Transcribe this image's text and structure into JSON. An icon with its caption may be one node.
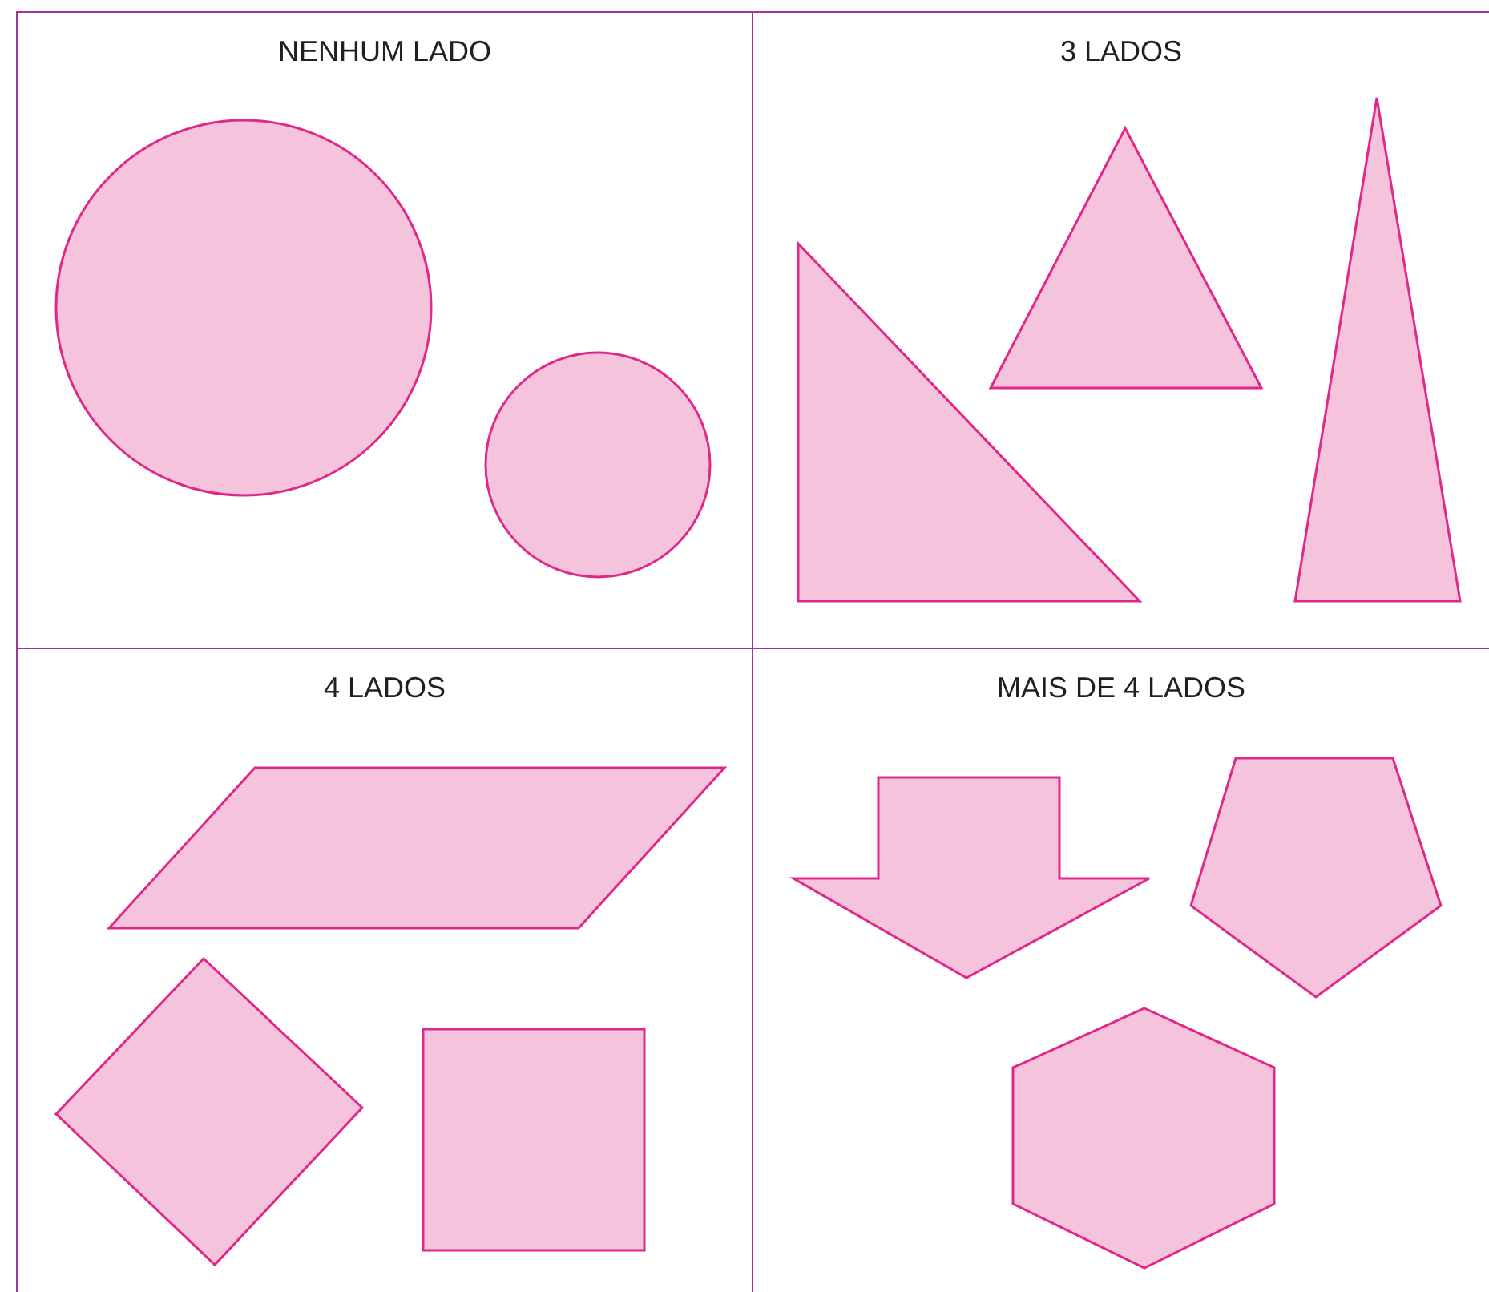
{
  "diagram": {
    "nodes": [
      {
        "text": [
          "NENHUM LADO"
        ]
      },
      {
        "text": [
          "3 LADOS"
        ]
      },
      {
        "text": [
          "4 LADOS"
        ]
      },
      {
        "text": [
          "MAIS DE 4 LADOS"
        ]
      },
      {
        "text": [],
        "shape": "circle",
        "in": 0
      },
      {
        "text": [],
        "shape": "circle",
        "in": 0
      },
      {
        "text": [],
        "shape": "triangle",
        "in": 1
      },
      {
        "text": [],
        "shape": "triangle",
        "in": 1
      },
      {
        "text": [],
        "shape": "triangle",
        "in": 1
      },
      {
        "text": [],
        "shape": "parallelogram",
        "in": 2
      },
      {
        "text": [],
        "shape": "diamond",
        "in": 2
      },
      {
        "text": [],
        "shape": "square",
        "in": 2
      },
      {
        "text": [],
        "shape": "arrow",
        "in": 3
      },
      {
        "text": [],
        "shape": "pentagon",
        "in": 3
      },
      {
        "text": [],
        "shape": "hexagon",
        "in": 3
      }
    ]
  }
}
